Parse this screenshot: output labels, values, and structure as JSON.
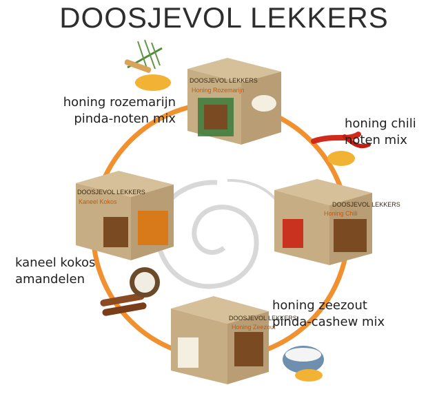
{
  "title": "DOOSJEVOL LEKKERS",
  "brand": "DOOSJEVOL LEKKERS",
  "products": [
    {
      "label": "honing rozemarijn\npinda-noten mix",
      "box_name": "Honing Rozemarijn",
      "ingredient": "rosemary"
    },
    {
      "label": "honing chili\nnoten mix",
      "box_name": "Honing Chili",
      "ingredient": "chili"
    },
    {
      "label": "honing zeezout\npinda-cashew mix",
      "box_name": "Honing Zeezout",
      "ingredient": "sea-salt"
    },
    {
      "label": "kaneel kokos\namandelen",
      "box_name": "Kaneel Kokos",
      "ingredient": "cinnamon-coconut"
    }
  ],
  "colors": {
    "ring": "#f08a24",
    "kraft": "#cdb58f",
    "kraft_dark": "#a88f68",
    "text_dark": "#2e2e2e"
  }
}
